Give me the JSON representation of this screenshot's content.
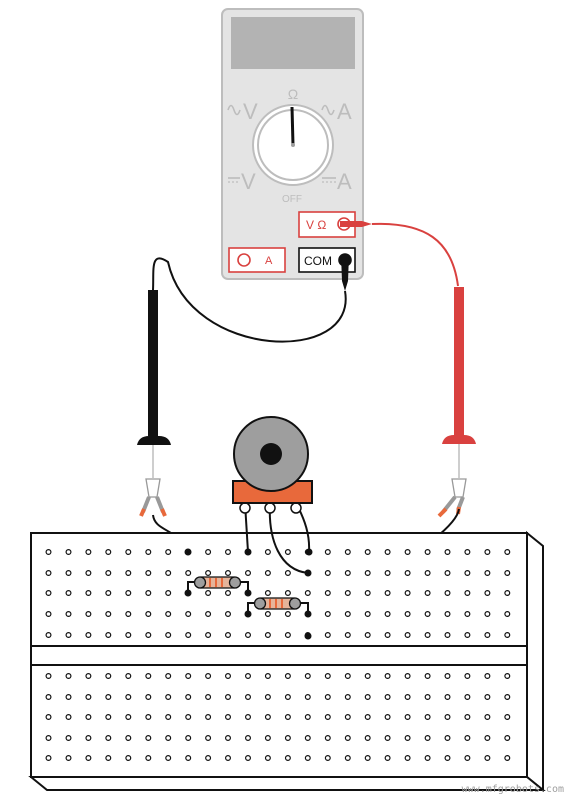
{
  "multimeter": {
    "dial_label_top": "Ω",
    "label_ac_volts": "V",
    "label_ac_amps": "A",
    "label_dc_volts": "V",
    "label_dc_amps": "A",
    "label_off": "OFF",
    "jack_voltage_ohm": "V Ω",
    "jack_amps": "A",
    "jack_common": "COM"
  },
  "watermark": "www.mfgrobots.com",
  "icons": {
    "ac_symbol": "sine-wave-icon",
    "dc_symbol": "dc-line-icon",
    "probe": "test-probe-icon",
    "clip": "alligator-clip-icon",
    "pot": "potentiometer-icon",
    "resistor": "resistor-icon"
  },
  "colors": {
    "meter_body": "#e4e4e4",
    "meter_outline": "#bdbdbd",
    "display": "#b3b3b3",
    "red_lead": "#d9413f",
    "black_lead": "#111111",
    "pot_base": "#e8693b",
    "pot_knob": "#9e9e9e",
    "breadboard": "#ffffff"
  }
}
